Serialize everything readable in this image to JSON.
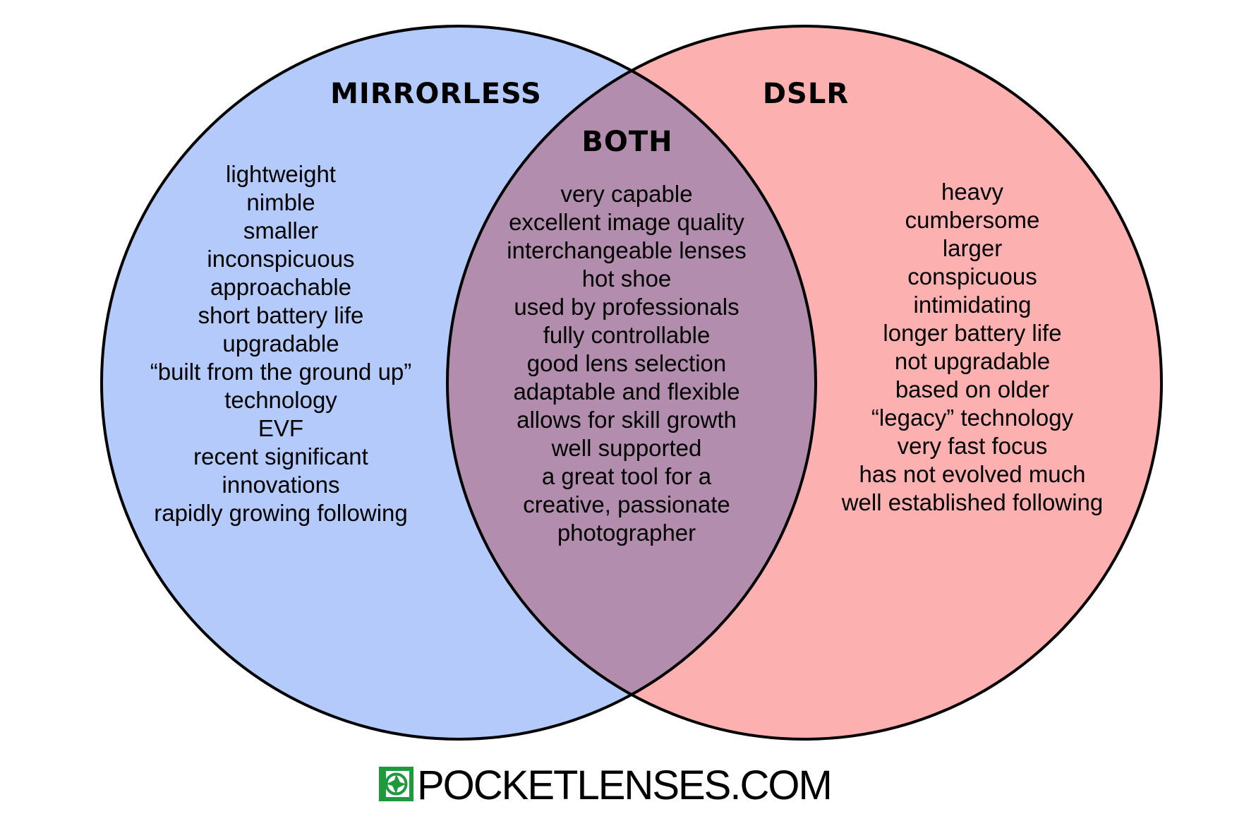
{
  "venn": {
    "left": {
      "title": "MIRRORLESS",
      "color": "#b3cafb",
      "items": [
        "lightweight",
        "nimble",
        "smaller",
        "inconspicuous",
        "approachable",
        "short battery life",
        "upgradable",
        "“built from the ground up”",
        "technology",
        "EVF",
        "recent significant",
        "innovations",
        "rapidly growing following"
      ]
    },
    "right": {
      "title": "DSLR",
      "color": "#fdb0b0",
      "items": [
        "heavy",
        "cumbersome",
        "larger",
        "conspicuous",
        "intimidating",
        "longer battery life",
        "not upgradable",
        "based on older",
        "“legacy” technology",
        "very fast focus",
        "has not evolved much",
        "well established following"
      ]
    },
    "overlap": {
      "title": "BOTH",
      "color": "#b28dae",
      "items": [
        "very capable",
        "excellent image quality",
        "interchangeable lenses",
        "hot shoe",
        "used by professionals",
        "fully controllable",
        "good lens selection",
        "adaptable and flexible",
        "allows for skill growth",
        "well supported",
        "a great tool for a",
        "creative, passionate",
        "photographer"
      ]
    }
  },
  "brand": {
    "text": "POCKETLENSES.COM",
    "logo_color": "#1e9a3c",
    "logo_name": "aperture-logo-icon"
  }
}
